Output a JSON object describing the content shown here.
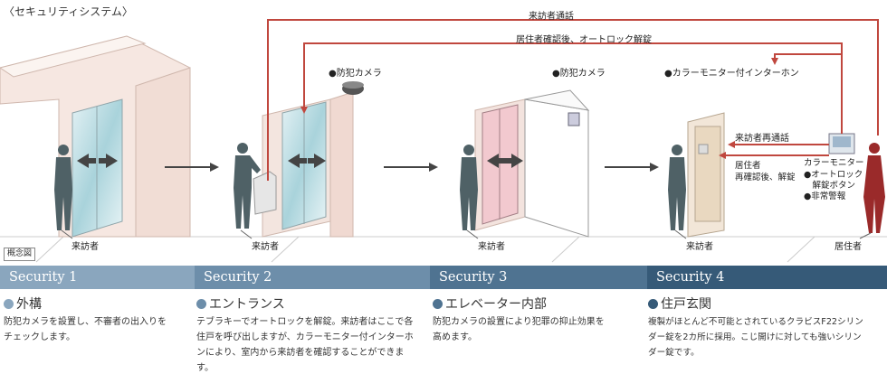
{
  "title": "〈セキュリティシステム〉",
  "labels": {
    "visitor_call": "来訪者通話",
    "resident_unlock": "居住者確認後、オートロック解錠",
    "camera1": "●防犯カメラ",
    "camera2": "●防犯カメラ",
    "intercom": "●カラーモニター付インターホン",
    "recall": "来訪者再通話",
    "resident_reconfirm": [
      "居住者",
      "再確認後、解錠"
    ],
    "monitor": "カラーモニター",
    "monitor_items": [
      "●オートロック",
      "　解錠ボタン",
      "●非常警報"
    ],
    "visitor": "来訪者",
    "resident": "居住者",
    "concept": "概念図"
  },
  "sections": [
    {
      "bar": "Security 1",
      "heading": "外構",
      "body": [
        "防犯カメラを設置し、不審者の出入りを",
        "チェックします。"
      ]
    },
    {
      "bar": "Security 2",
      "heading": "エントランス",
      "body": [
        "テブラキーでオートロックを解錠。来訪者はここで各",
        "住戸を呼び出しますが、カラーモニター付インターホ",
        "ンにより、室内から来訪者を確認することができま",
        "す。"
      ]
    },
    {
      "bar": "Security 3",
      "heading": "エレベーター内部",
      "body": [
        "防犯カメラの設置により犯罪の抑止効果を",
        "高めます。"
      ]
    },
    {
      "bar": "Security 4",
      "heading": "住戸玄関",
      "body": [
        "複製がほとんど不可能とされているクラビスF22シリン",
        "ダー錠を2カ所に採用。こじ開けに対しても強いシリン",
        "ダー錠です。"
      ]
    }
  ],
  "colors": {
    "bar1": "#8aa6be",
    "bar2": "#6d8eaa",
    "bar3": "#4f7391",
    "bar4": "#365a78",
    "line": "#c0473e",
    "figure": "#4f6166",
    "resident": "#9a2a2a"
  }
}
